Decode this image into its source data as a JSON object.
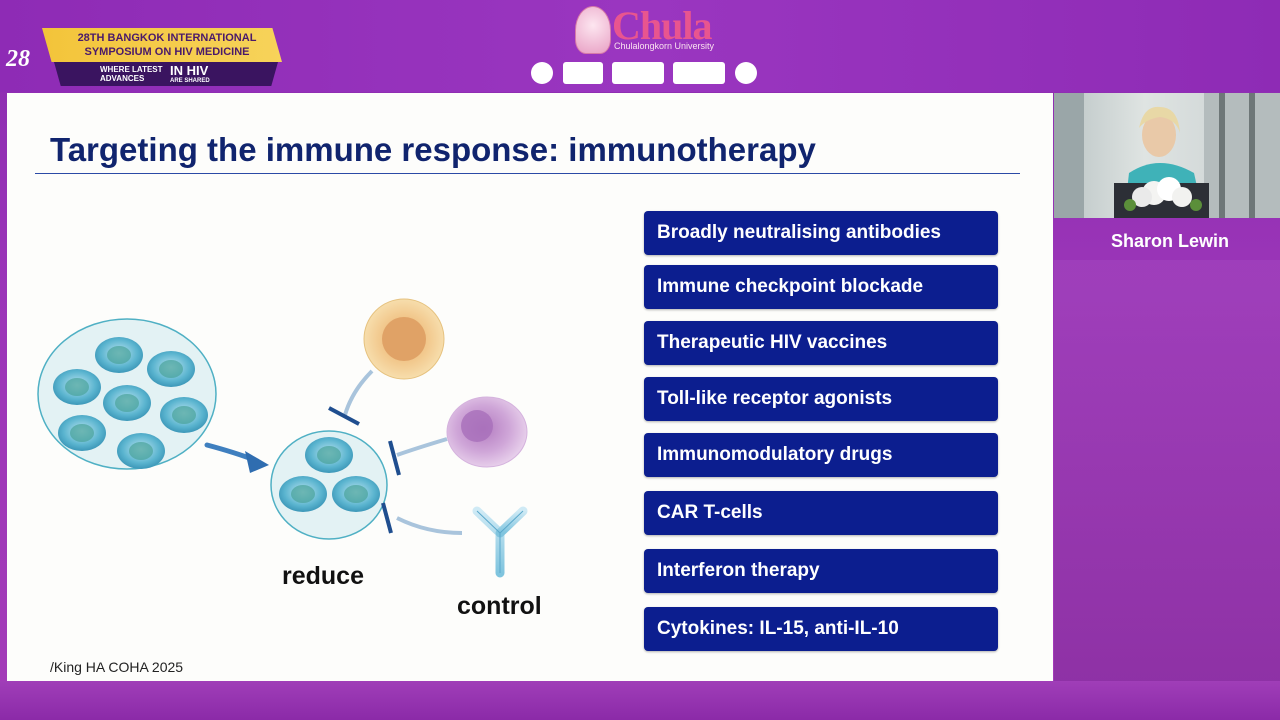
{
  "header": {
    "badge": "28",
    "symposium_line1": "28TH BANGKOK INTERNATIONAL",
    "symposium_line2": "SYMPOSIUM ON HIV MEDICINE",
    "tag_small_1": "WHERE LATEST",
    "tag_small_2": "ADVANCES",
    "tag_big": "IN HIV",
    "tag_tiny": "ARE SHARED",
    "university": "Chula",
    "university_sub": "Chulalongkorn University",
    "sponsor_logos": [
      "seal-logo",
      "micu-logo",
      "aidsnd-logo",
      "kk-logo",
      "ribbon-logo"
    ]
  },
  "slide": {
    "title": "Targeting the immune response: immunotherapy",
    "therapies": [
      "Broadly neutralising antibodies",
      "Immune checkpoint blockade",
      "Therapeutic HIV vaccines",
      "Toll-like receptor agonists",
      "Immunomodulatory drugs",
      "CAR T-cells",
      "Interferon therapy",
      "Cytokines: IL-15, anti-IL-10"
    ],
    "label_reduce": "reduce",
    "label_control": "control",
    "citation": "/King HA COHA 2025",
    "colors": {
      "pill": "#0c1e8f",
      "title": "#10246e",
      "cell": "#5ab4cf"
    }
  },
  "speaker": {
    "name": "Sharon Lewin"
  }
}
